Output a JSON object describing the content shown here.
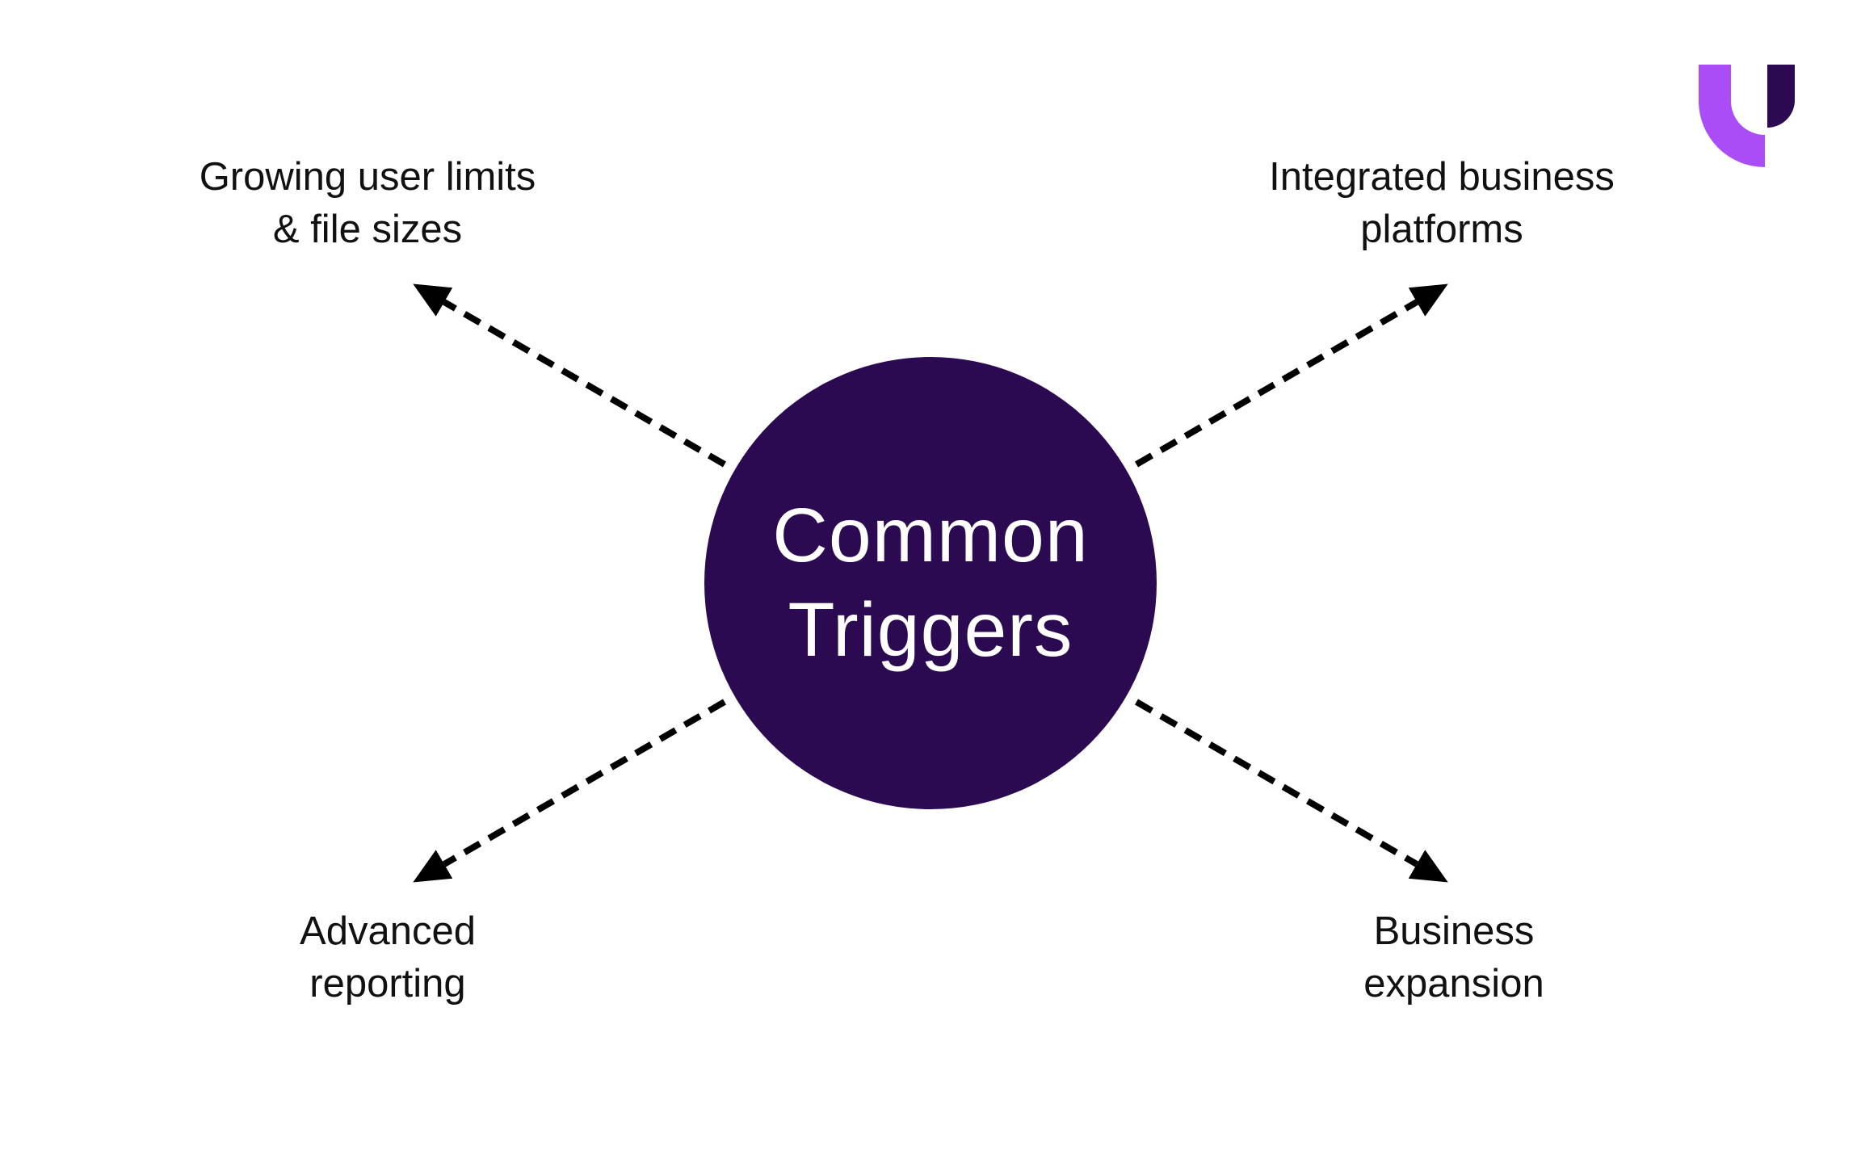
{
  "page": {
    "background_color": "#FFFFFF"
  },
  "logo": {
    "glyph": "U",
    "left_half_color": "#AB4DF7",
    "right_half_color": "#2B0A52"
  },
  "diagram": {
    "center": {
      "title_line1": "Common",
      "title_line2": "Triggers",
      "fill_color": "#2B0A52",
      "text_color": "#FFFFFF"
    },
    "arrow": {
      "color": "#000000",
      "style": "dashed"
    },
    "nodes": [
      {
        "id": "growing-user-limits",
        "position": "top-left",
        "line1": "Growing user limits",
        "line2": "& file sizes"
      },
      {
        "id": "integrated-business-platforms",
        "position": "top-right",
        "line1": "Integrated business",
        "line2": "platforms"
      },
      {
        "id": "advanced-reporting",
        "position": "bottom-left",
        "line1": "Advanced",
        "line2": "reporting"
      },
      {
        "id": "business-expansion",
        "position": "bottom-right",
        "line1": "Business",
        "line2": "expansion"
      }
    ]
  }
}
